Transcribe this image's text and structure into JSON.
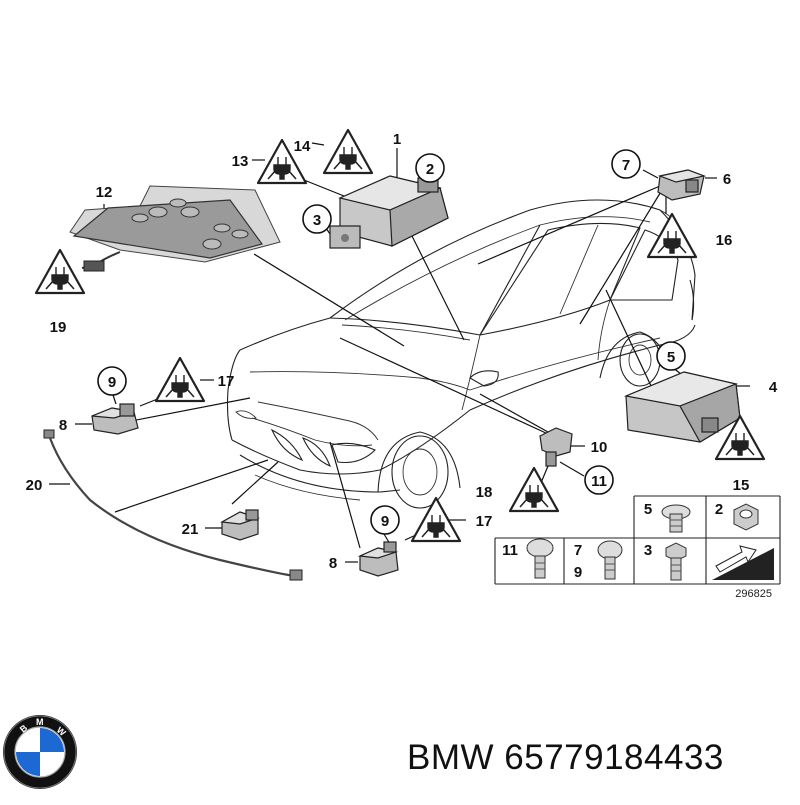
{
  "callouts": {
    "c1": "1",
    "c2": "2",
    "c3": "3",
    "c4": "4",
    "c5": "5",
    "c6": "6",
    "c7": "7",
    "c8a": "8",
    "c8b": "8",
    "c9a": "9",
    "c9b": "9",
    "c10": "10",
    "c11": "11",
    "c12": "12",
    "c13": "13",
    "c14": "14",
    "c15": "15",
    "c16": "16",
    "c17a": "17",
    "c17b": "17",
    "c18": "18",
    "c19": "19",
    "c20": "20",
    "c21": "21"
  },
  "table": {
    "cells": [
      "5",
      "2",
      "11",
      "7",
      "9",
      "3"
    ]
  },
  "drawing_number": "296825",
  "caption": "BMW 65779184433",
  "logo": {
    "text": "BMW",
    "colors": {
      "blue": "#1c69d4",
      "white": "#ffffff",
      "black": "#111111"
    }
  }
}
